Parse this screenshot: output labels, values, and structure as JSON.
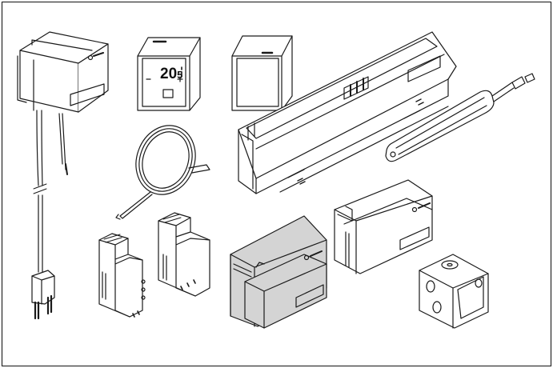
{
  "figure": {
    "thermostat_display_value": "20",
    "thermostat_display_decimal": "5",
    "thermostat_minus_glyph": "-",
    "thermostat_plus_glyph": "+"
  },
  "components": [
    {
      "name": "power-transformer-with-plug",
      "icon": "transformer-icon"
    },
    {
      "name": "room-thermostat-display",
      "icon": "thermostat-icon"
    },
    {
      "name": "room-thermostat-blank",
      "icon": "thermostat-icon"
    },
    {
      "name": "base-controller-unit",
      "icon": "controller-icon"
    },
    {
      "name": "antenna-module",
      "icon": "antenna-icon"
    },
    {
      "name": "temperature-sensor-cable",
      "icon": "sensor-icon"
    },
    {
      "name": "din-rail-module-left",
      "icon": "din-module-icon"
    },
    {
      "name": "din-rail-module-right",
      "icon": "din-module-icon"
    },
    {
      "name": "pump-module-highlighted",
      "icon": "module-icon"
    },
    {
      "name": "extension-module",
      "icon": "module-icon"
    },
    {
      "name": "junction-box",
      "icon": "junction-box-icon"
    }
  ],
  "colors": {
    "line": "#1a1a1a",
    "highlight": "#d4d4d4",
    "frame": "#333333"
  }
}
